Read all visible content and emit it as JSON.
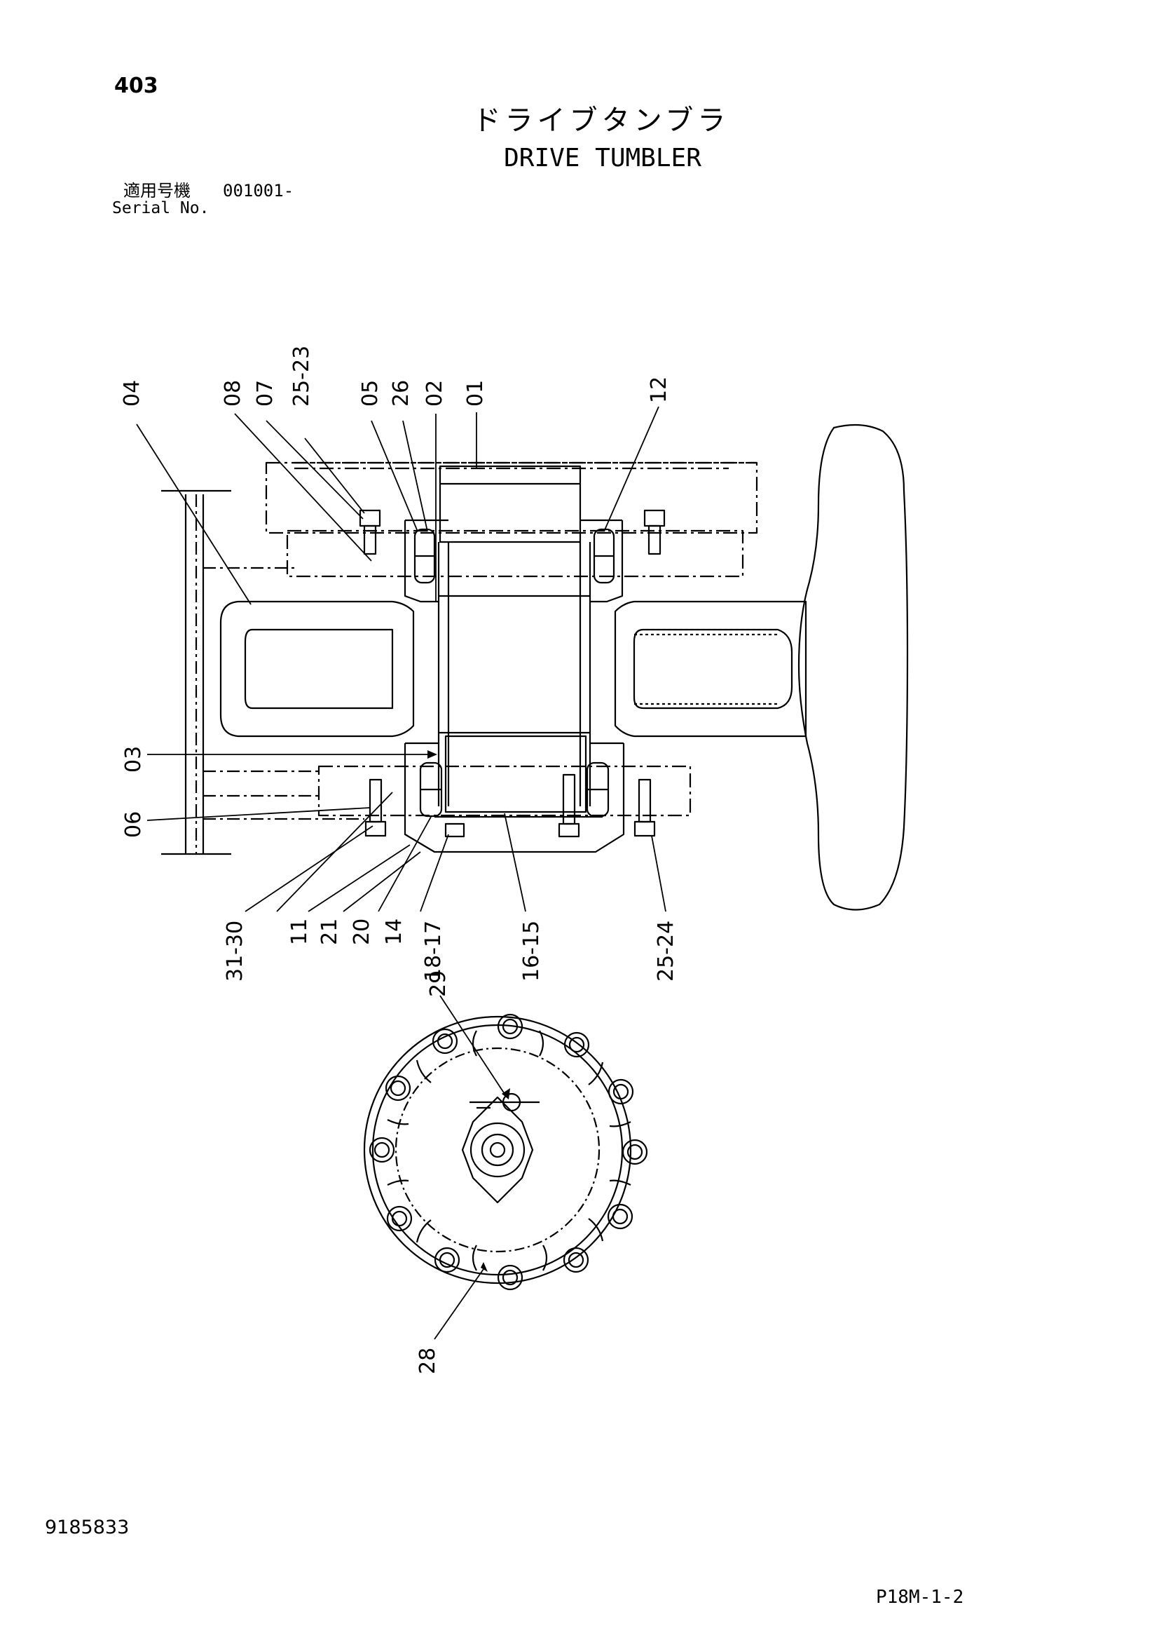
{
  "header": {
    "page_number": "403",
    "title_jp": "ドライブタンブラ",
    "title_en": "DRIVE TUMBLER",
    "serial_label_jp": "適用号機",
    "serial_value": "001001-",
    "serial_label_en": "Serial No."
  },
  "footer": {
    "document_number": "9185833",
    "sheet_reference": "P18M-1-2"
  },
  "callouts": {
    "top": [
      "04",
      "08",
      "07",
      "25-23",
      "05",
      "26",
      "02",
      "01",
      "12"
    ],
    "left": [
      "03",
      "06"
    ],
    "bottom": [
      "31-30",
      "11",
      "21",
      "20",
      "14",
      "18-17",
      "16-15",
      "25-24"
    ],
    "end_view": [
      "29",
      "28"
    ]
  }
}
